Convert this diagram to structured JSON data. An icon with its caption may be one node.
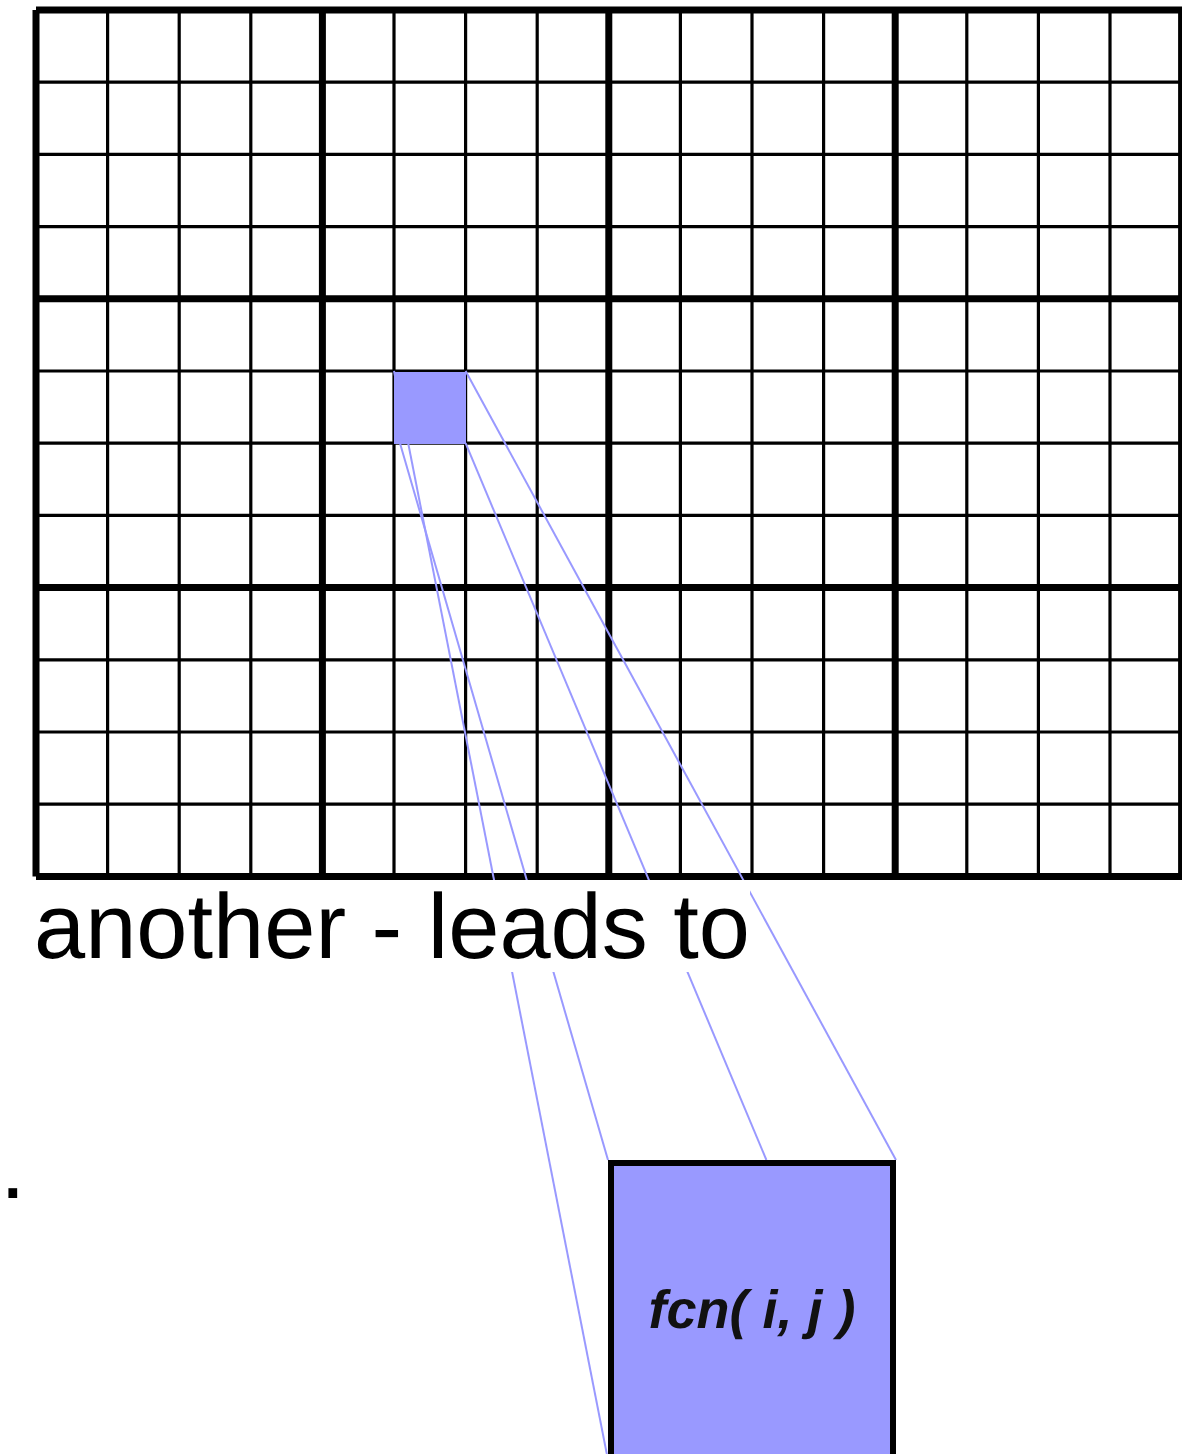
{
  "diagram": {
    "nodes": [
      {
        "text": [],
        "shape": "box"
      },
      {
        "text": [
          "fcn( i, j )"
        ]
      }
    ],
    "edges": [
      {
        "from": 0,
        "to": 1,
        "arrow": "none"
      },
      {
        "from": 0,
        "to": 1,
        "arrow": "none"
      },
      {
        "from": 0,
        "to": 1,
        "arrow": "none"
      },
      {
        "from": 0,
        "to": 1,
        "arrow": "none"
      }
    ],
    "labels": [
      "another - leads to",
      "."
    ]
  }
}
